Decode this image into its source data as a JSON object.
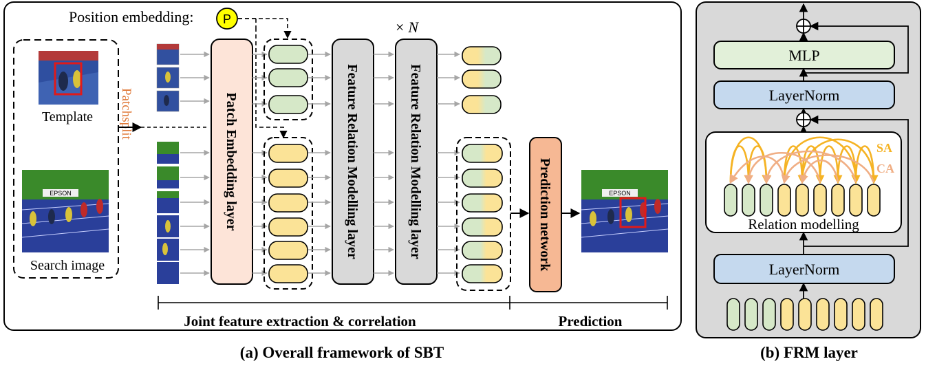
{
  "panel_a": {
    "position_embedding_label": "Position embedding:",
    "position_token": "P",
    "times_n_prefix": "×",
    "times_n_var": "N",
    "template_label": "Template",
    "search_label": "Search image",
    "patchsplit_label": "Patchsplit",
    "patch_embedding_label": "Patch Embedding layer",
    "frm_layer_1_label": "Feature Relation Modelling layer",
    "frm_layer_2_label": "Feature Relation Modelling layer",
    "prediction_network_label": "Prediction network",
    "bracket_joint_label": "Joint feature extraction & correlation",
    "bracket_prediction_label": "Prediction",
    "search_photo_banner": "EPSON",
    "result_photo_banner": "EPSON",
    "caption": "(a) Overall framework of SBT"
  },
  "panel_b": {
    "mlp_label": "MLP",
    "layernorm_top_label": "LayerNorm",
    "layernorm_bottom_label": "LayerNorm",
    "relation_label": "Relation modelling",
    "sa_label": "SA",
    "ca_label": "CA",
    "caption": "(b) FRM layer"
  },
  "colors": {
    "template_token": "#d6e8c8",
    "search_token": "#fbe397",
    "patch_embed": "#fde4d8",
    "frm_layer": "#d9d9d9",
    "prediction": "#f6b894",
    "mlp": "#e2f0d9",
    "layernorm": "#c5d9ee",
    "position_circle": "#ffff00",
    "sa_arrow": "#f5b324",
    "ca_arrow": "#f0ae84",
    "orange_text": "#e07a3a",
    "panel_b_bg": "#d9d9d9"
  }
}
